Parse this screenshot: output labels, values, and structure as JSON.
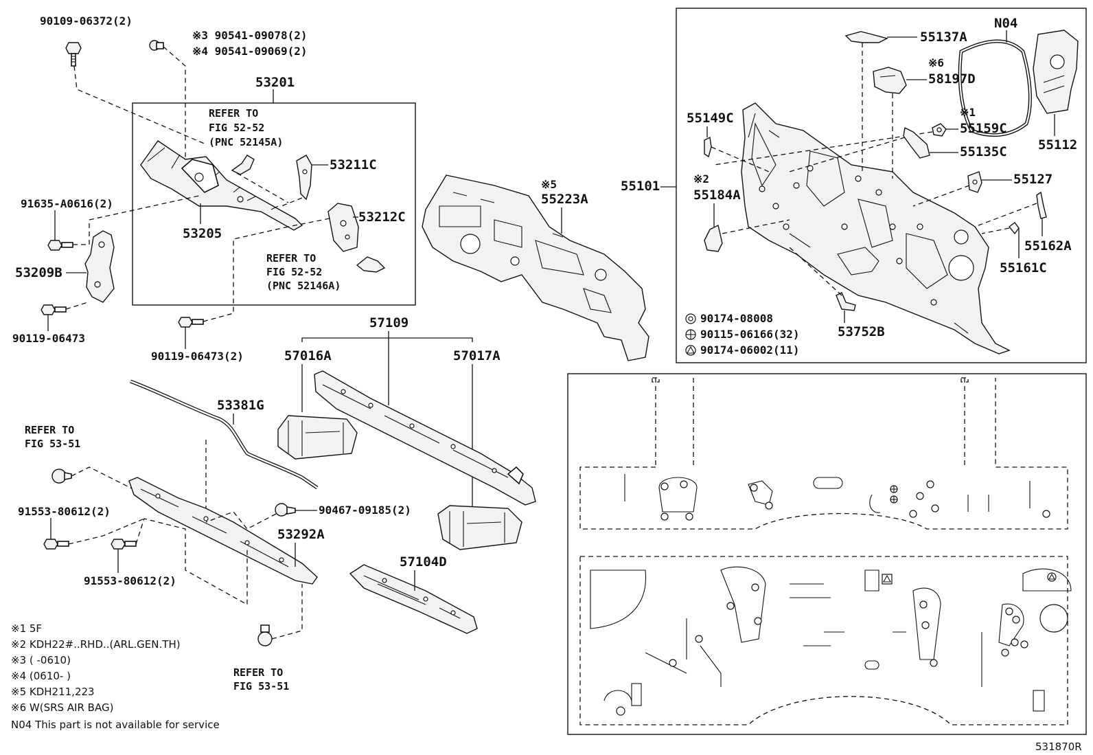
{
  "diagram_id": "531870R",
  "callouts": {
    "p90109": "90109-06372(2)",
    "p90541a": "※3 90541-09078(2)",
    "p90541b": "※4 90541-09069(2)",
    "p53201": "53201",
    "refer1_a": "REFER TO",
    "refer1_b": "FIG 52-52",
    "refer1_c": "(PNC 52145A)",
    "p53211c": "53211C",
    "p91635": "91635-A0616(2)",
    "p53205": "53205",
    "p53212c": "53212C",
    "p53209b": "53209B",
    "refer2_a": "REFER TO",
    "refer2_b": "FIG 52-52",
    "refer2_c": "(PNC 52146A)",
    "p90119a": "90119-06473",
    "p90119b": "90119-06473(2)",
    "p55223a_note": "※5",
    "p55223a": "55223A",
    "p57109": "57109",
    "p57016a": "57016A",
    "p57017a": "57017A",
    "p53381g": "53381G",
    "refer3_a": "REFER TO",
    "refer3_b": "FIG 53-51",
    "p90467": "90467-09185(2)",
    "p91553a": "91553-80612(2)",
    "p53292a": "53292A",
    "p91553b": "91553-80612(2)",
    "p57104d": "57104D",
    "refer4_a": "REFER TO",
    "refer4_b": "FIG 53-51",
    "p55137a": "55137A",
    "pN04": "N04",
    "p58197d_note": "※6",
    "p58197d": "58197D",
    "p55149c": "55149C",
    "p55159c_note": "※1",
    "p55159c": "55159C",
    "p55112": "55112",
    "p55135c": "55135C",
    "p55101": "55101",
    "p55184a_note": "※2",
    "p55184a": "55184A",
    "p55127": "55127",
    "p55162a": "55162A",
    "p55161c": "55161C",
    "p53752b": "53752B",
    "fastener1": "90174-08008",
    "fastener2": "90115-06166(32)",
    "fastener3": "90174-06002(11)"
  },
  "notes": [
    "※1 5F",
    "※2 KDH22#..RHD..(ARL.GEN.TH)",
    "※3 (      -0610)",
    "※4 (0610-      )",
    "※5 KDH211,223",
    "※6 W(SRS AIR BAG)",
    "N04 This part is not available for service"
  ],
  "icons": [
    "bolt-icon",
    "clip-icon",
    "circle-symbol-icon",
    "circle-plus-symbol-icon",
    "triangle-symbol-icon"
  ]
}
